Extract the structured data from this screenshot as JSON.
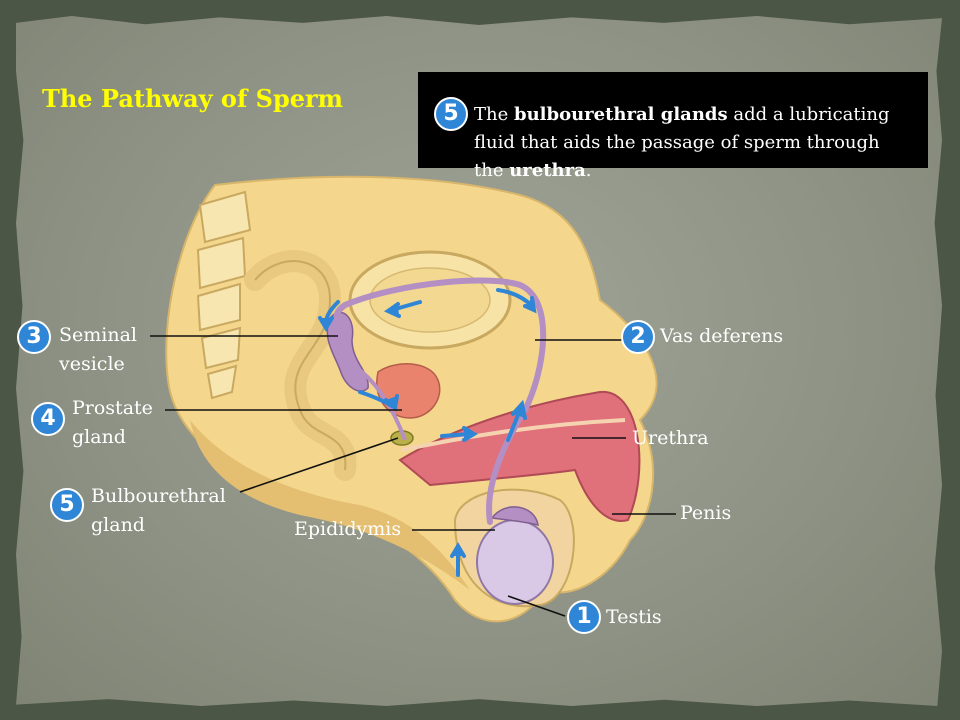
{
  "title": "The Pathway of Sperm",
  "callout": {
    "step": "5",
    "text_1": "The ",
    "bold_1": "bulbourethral glands",
    "text_2": " add a lubricating fluid that aids the passage of sperm through the ",
    "bold_2": "urethra",
    "text_3": "."
  },
  "labels": [
    {
      "id": "seminal-vesicle",
      "step": "3",
      "lines": [
        "Seminal",
        "vesicle"
      ]
    },
    {
      "id": "prostate-gland",
      "step": "4",
      "lines": [
        "Prostate",
        "gland"
      ]
    },
    {
      "id": "bulbourethral-gland",
      "step": "5",
      "lines": [
        "Bulbourethral",
        "gland"
      ]
    },
    {
      "id": "vas-deferens",
      "step": "2",
      "lines": [
        "Vas deferens"
      ]
    },
    {
      "id": "urethra",
      "step": "",
      "lines": [
        "Urethra"
      ]
    },
    {
      "id": "penis",
      "step": "",
      "lines": [
        "Penis"
      ]
    },
    {
      "id": "epididymis",
      "step": "",
      "lines": [
        "Epididymis"
      ]
    },
    {
      "id": "testis",
      "step": "1",
      "lines": [
        "Testis"
      ]
    }
  ],
  "colors": {
    "title": "#ffff00",
    "step_badge": "#2f86d6",
    "flow_arrow": "#2f86d6",
    "duct": "#b48fc3",
    "tissue": "#f4d78d",
    "penis_tissue": "#e0707a"
  }
}
